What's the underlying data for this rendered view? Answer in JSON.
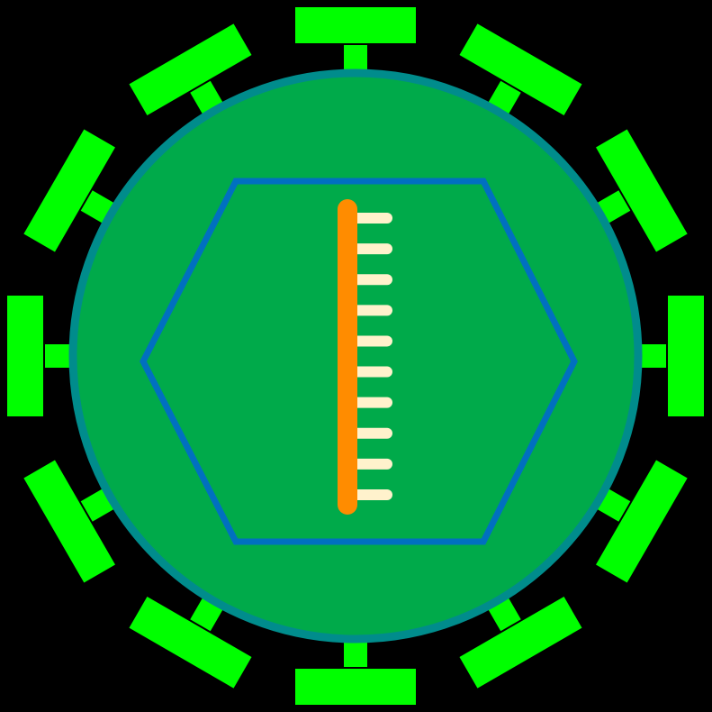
{
  "diagram": {
    "background_color": "#000000",
    "virion": {
      "envelope_fill": "#00aa4a",
      "envelope_outline": "#008c8c",
      "spike_color": "#00ff00",
      "spike_count": 12
    },
    "capsid": {
      "shape": "hexagon",
      "outline_color": "#0070c0"
    },
    "genome": {
      "backbone_color": "#ff8c00",
      "strand_color": "#fff2cc",
      "strand_count": 10
    }
  }
}
